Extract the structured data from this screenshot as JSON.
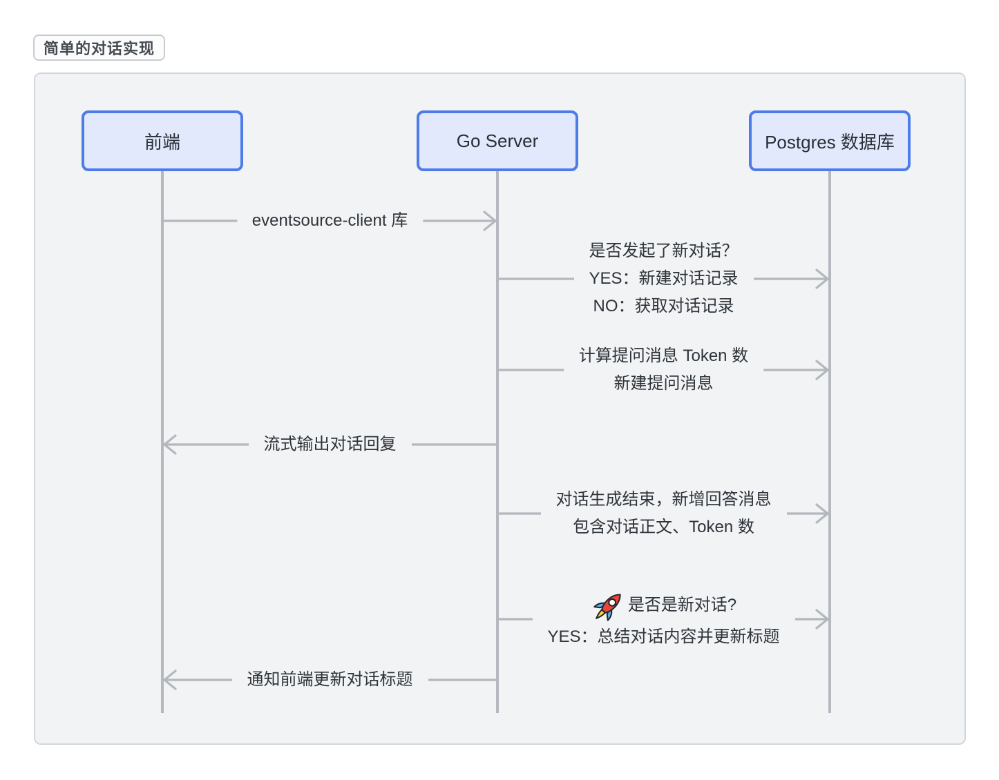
{
  "diagram": {
    "title": "简单的对话实现",
    "actors": [
      {
        "id": "frontend",
        "label": "前端"
      },
      {
        "id": "go-server",
        "label": "Go Server"
      },
      {
        "id": "postgres",
        "label": "Postgres 数据库"
      }
    ],
    "messages": [
      {
        "from": "frontend",
        "to": "go-server",
        "lines": [
          "eventsource-client 库"
        ]
      },
      {
        "from": "go-server",
        "to": "postgres",
        "lines": [
          "是否发起了新对话？",
          "YES：新建对话记录",
          "NO：获取对话记录"
        ]
      },
      {
        "from": "go-server",
        "to": "postgres",
        "lines": [
          "计算提问消息 Token 数",
          "新建提问消息"
        ]
      },
      {
        "from": "go-server",
        "to": "frontend",
        "lines": [
          "流式输出对话回复"
        ]
      },
      {
        "from": "go-server",
        "to": "postgres",
        "lines": [
          "对话生成结束，新增回答消息",
          "包含对话正文、Token 数"
        ]
      },
      {
        "from": "go-server",
        "to": "postgres",
        "icon": "rocket-icon",
        "lines": [
          "是否是新对话?",
          "YES：总结对话内容并更新标题"
        ]
      },
      {
        "from": "go-server",
        "to": "frontend",
        "lines": [
          "通知前端更新对话标题"
        ]
      }
    ],
    "colors": {
      "actor_fill": "#e3e9fc",
      "actor_border": "#4d7ce9",
      "panel_bg": "#f1f3f5",
      "panel_border": "#d3d7dc",
      "arrow_line": "#b4b8be",
      "message_text": "#2e343a",
      "title_text": "#454b52"
    }
  }
}
